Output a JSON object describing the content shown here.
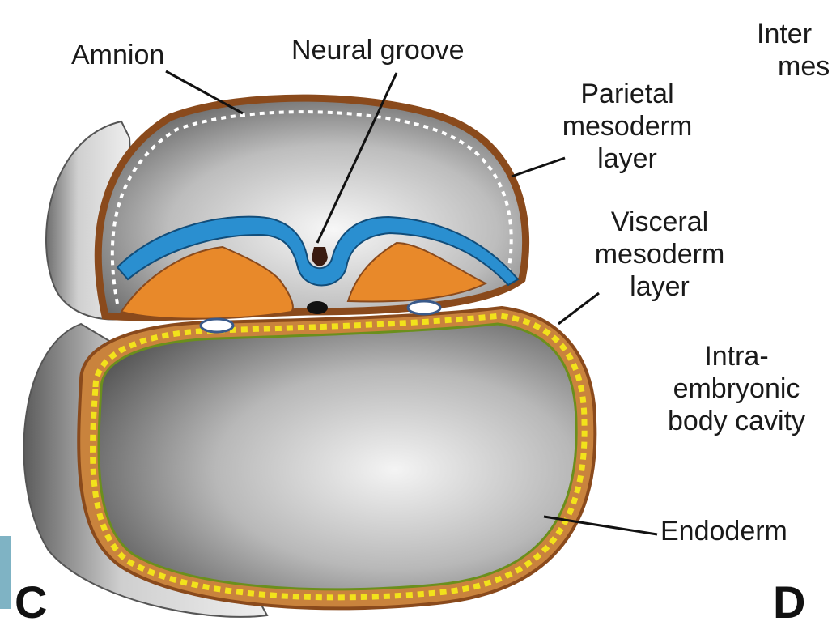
{
  "labels": {
    "amnion": "Amnion",
    "neural_groove": "Neural groove",
    "parietal": [
      "Parietal",
      "mesoderm",
      "layer"
    ],
    "visceral": [
      "Visceral",
      "mesoderm",
      "layer"
    ],
    "intra": [
      "Intra-",
      "embryonic",
      "body cavity"
    ],
    "endoderm": "Endoderm",
    "inter_cut": [
      "Inter",
      "mes"
    ]
  },
  "panels": {
    "left": "C",
    "right": "D"
  },
  "colors": {
    "ectoderm_blue": "#2a8fd0",
    "mesoderm_orange": "#e8892a",
    "endoderm_yellow": "#f2e21b",
    "outline_brown": "#8a4a1c"
  }
}
